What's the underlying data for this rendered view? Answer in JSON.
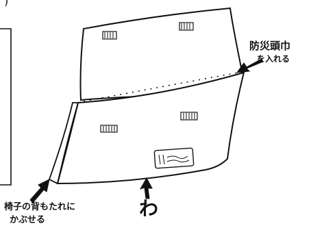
{
  "figure": {
    "stroke_color": "#111111",
    "background_color": "#ffffff"
  },
  "annotations": {
    "hood_insert_line1": "防災頭巾",
    "hood_insert_line2": "を入れる",
    "chair_back_line1": "椅子の背もたれに",
    "chair_back_line2": "かぶせる",
    "fold_loop": "わ",
    "leftover_paren": ")"
  },
  "icons": [
    "arrow-icon",
    "arrow-icon",
    "arrow-icon"
  ]
}
